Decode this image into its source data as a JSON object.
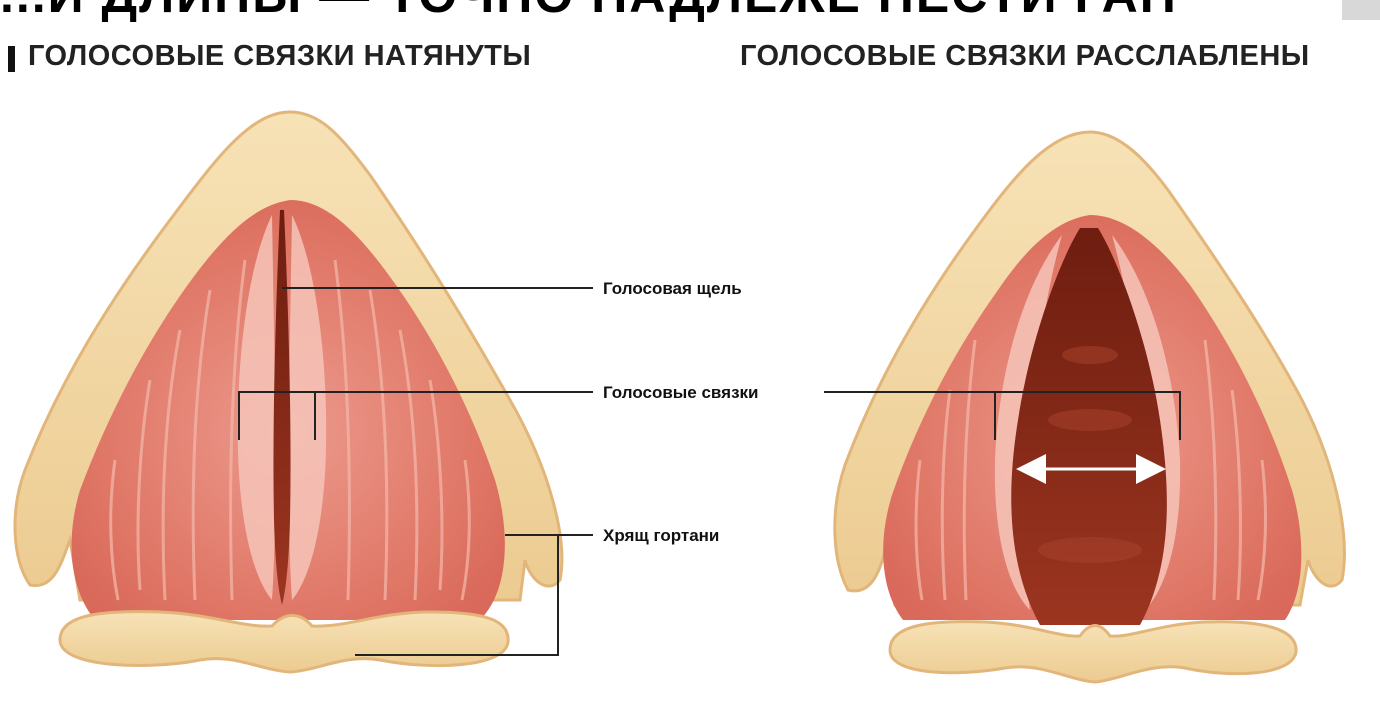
{
  "header": {
    "cut_text": "...И ДЛИНЫ — ТОЧНО НАДЛЕЖЕ НЕСТИ ГАН"
  },
  "panels": {
    "left_title": "ГОЛОСОВЫЕ СВЯЗКИ НАТЯНУТЫ",
    "right_title": "ГОЛОСОВЫЕ СВЯЗКИ РАССЛАБЛЕНЫ"
  },
  "labels": {
    "glottis": "Голосовая щель",
    "vocal_cords": "Голосовые связки",
    "cartilage": "Хрящ гортани"
  },
  "colors": {
    "cartilage": "#f3d9a6",
    "cartilage_edge": "#e4b97e",
    "tissue": "#e48074",
    "tissue_light": "#f2b3a7",
    "gap": "#8e2a1a",
    "line": "#222222"
  }
}
